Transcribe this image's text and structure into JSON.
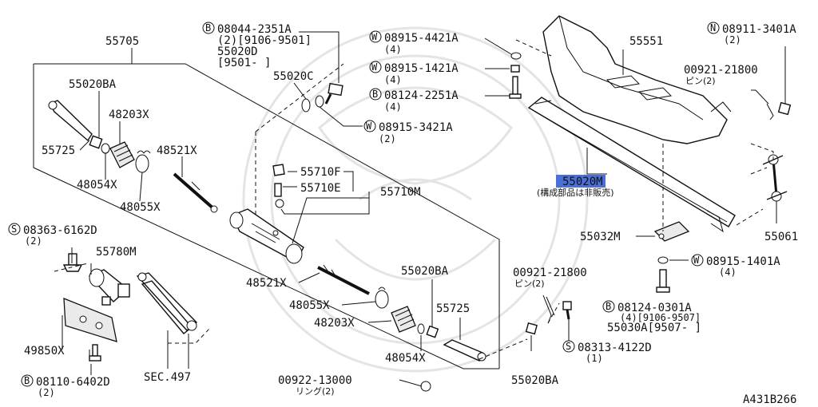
{
  "diagram_id": "A431B266",
  "labels": {
    "p55705": "55705",
    "p55020BA_top": "55020BA",
    "p48203X_top": "48203X",
    "p55725_top": "55725",
    "p48521X_top": "48521X",
    "p48054X_top": "48054X",
    "p48055X_top": "48055X",
    "p55710F": "55710F",
    "p55710E": "55710E",
    "p55710M": "55710M",
    "p55020C": "55020C",
    "b08044_code": "08044-2351A",
    "b08044_qty": "(2)[9106-9501]",
    "b08044_alt": "55020D",
    "b08044_alt_range": "[9501-    ]",
    "w08915_4421_code": "08915-4421A",
    "w08915_4421_qty": "(4)",
    "w08915_1421_code": "08915-1421A",
    "w08915_1421_qty": "(4)",
    "b08124_2251_code": "08124-2251A",
    "b08124_2251_qty": "(4)",
    "w08915_3421_code": "08915-3421A",
    "w08915_3421_qty": "(2)",
    "p55551": "55551",
    "n08911_code": "08911-3401A",
    "n08911_qty": "(2)",
    "p00921_top": "00921-21800",
    "p00921_top_jp": "ピン(2)",
    "p55020M": "55020M",
    "p55020M_note": "(構成部品は非販売)",
    "p55032M": "55032M",
    "p55061": "55061",
    "w08915_1401_code": "08915-1401A",
    "w08915_1401_qty": "(4)",
    "s08363_code": "08363-6162D",
    "s08363_qty": "(2)",
    "p55780M": "55780M",
    "p48521X_mid": "48521X",
    "p48055X_mid": "48055X",
    "p48203X_mid": "48203X",
    "p48054X_mid": "48054X",
    "p55020BA_mid": "55020BA",
    "p55725_mid": "55725",
    "p00921_mid": "00921-21800",
    "p00921_mid_jp": "ピン(2)",
    "b08124_0301_code": "08124-0301A",
    "b08124_0301_qty": "(4)[9106-9507]",
    "b08124_0301_alt": "55030A[9507-    ]",
    "p49850X": "49850X",
    "s08313_code": "08313-4122D",
    "s08313_qty": "(1)",
    "b08110_code": "08110-6402D",
    "b08110_qty": "(2)",
    "sec497": "SEC.497",
    "p00922_code": "00922-13000",
    "p00922_jp": "リング(2)",
    "p55020BA_bot": "55020BA"
  },
  "markers": {
    "bolt": "B",
    "washer": "W",
    "nut": "N",
    "screw": "S"
  },
  "highlight_color": "#4a6fd8"
}
